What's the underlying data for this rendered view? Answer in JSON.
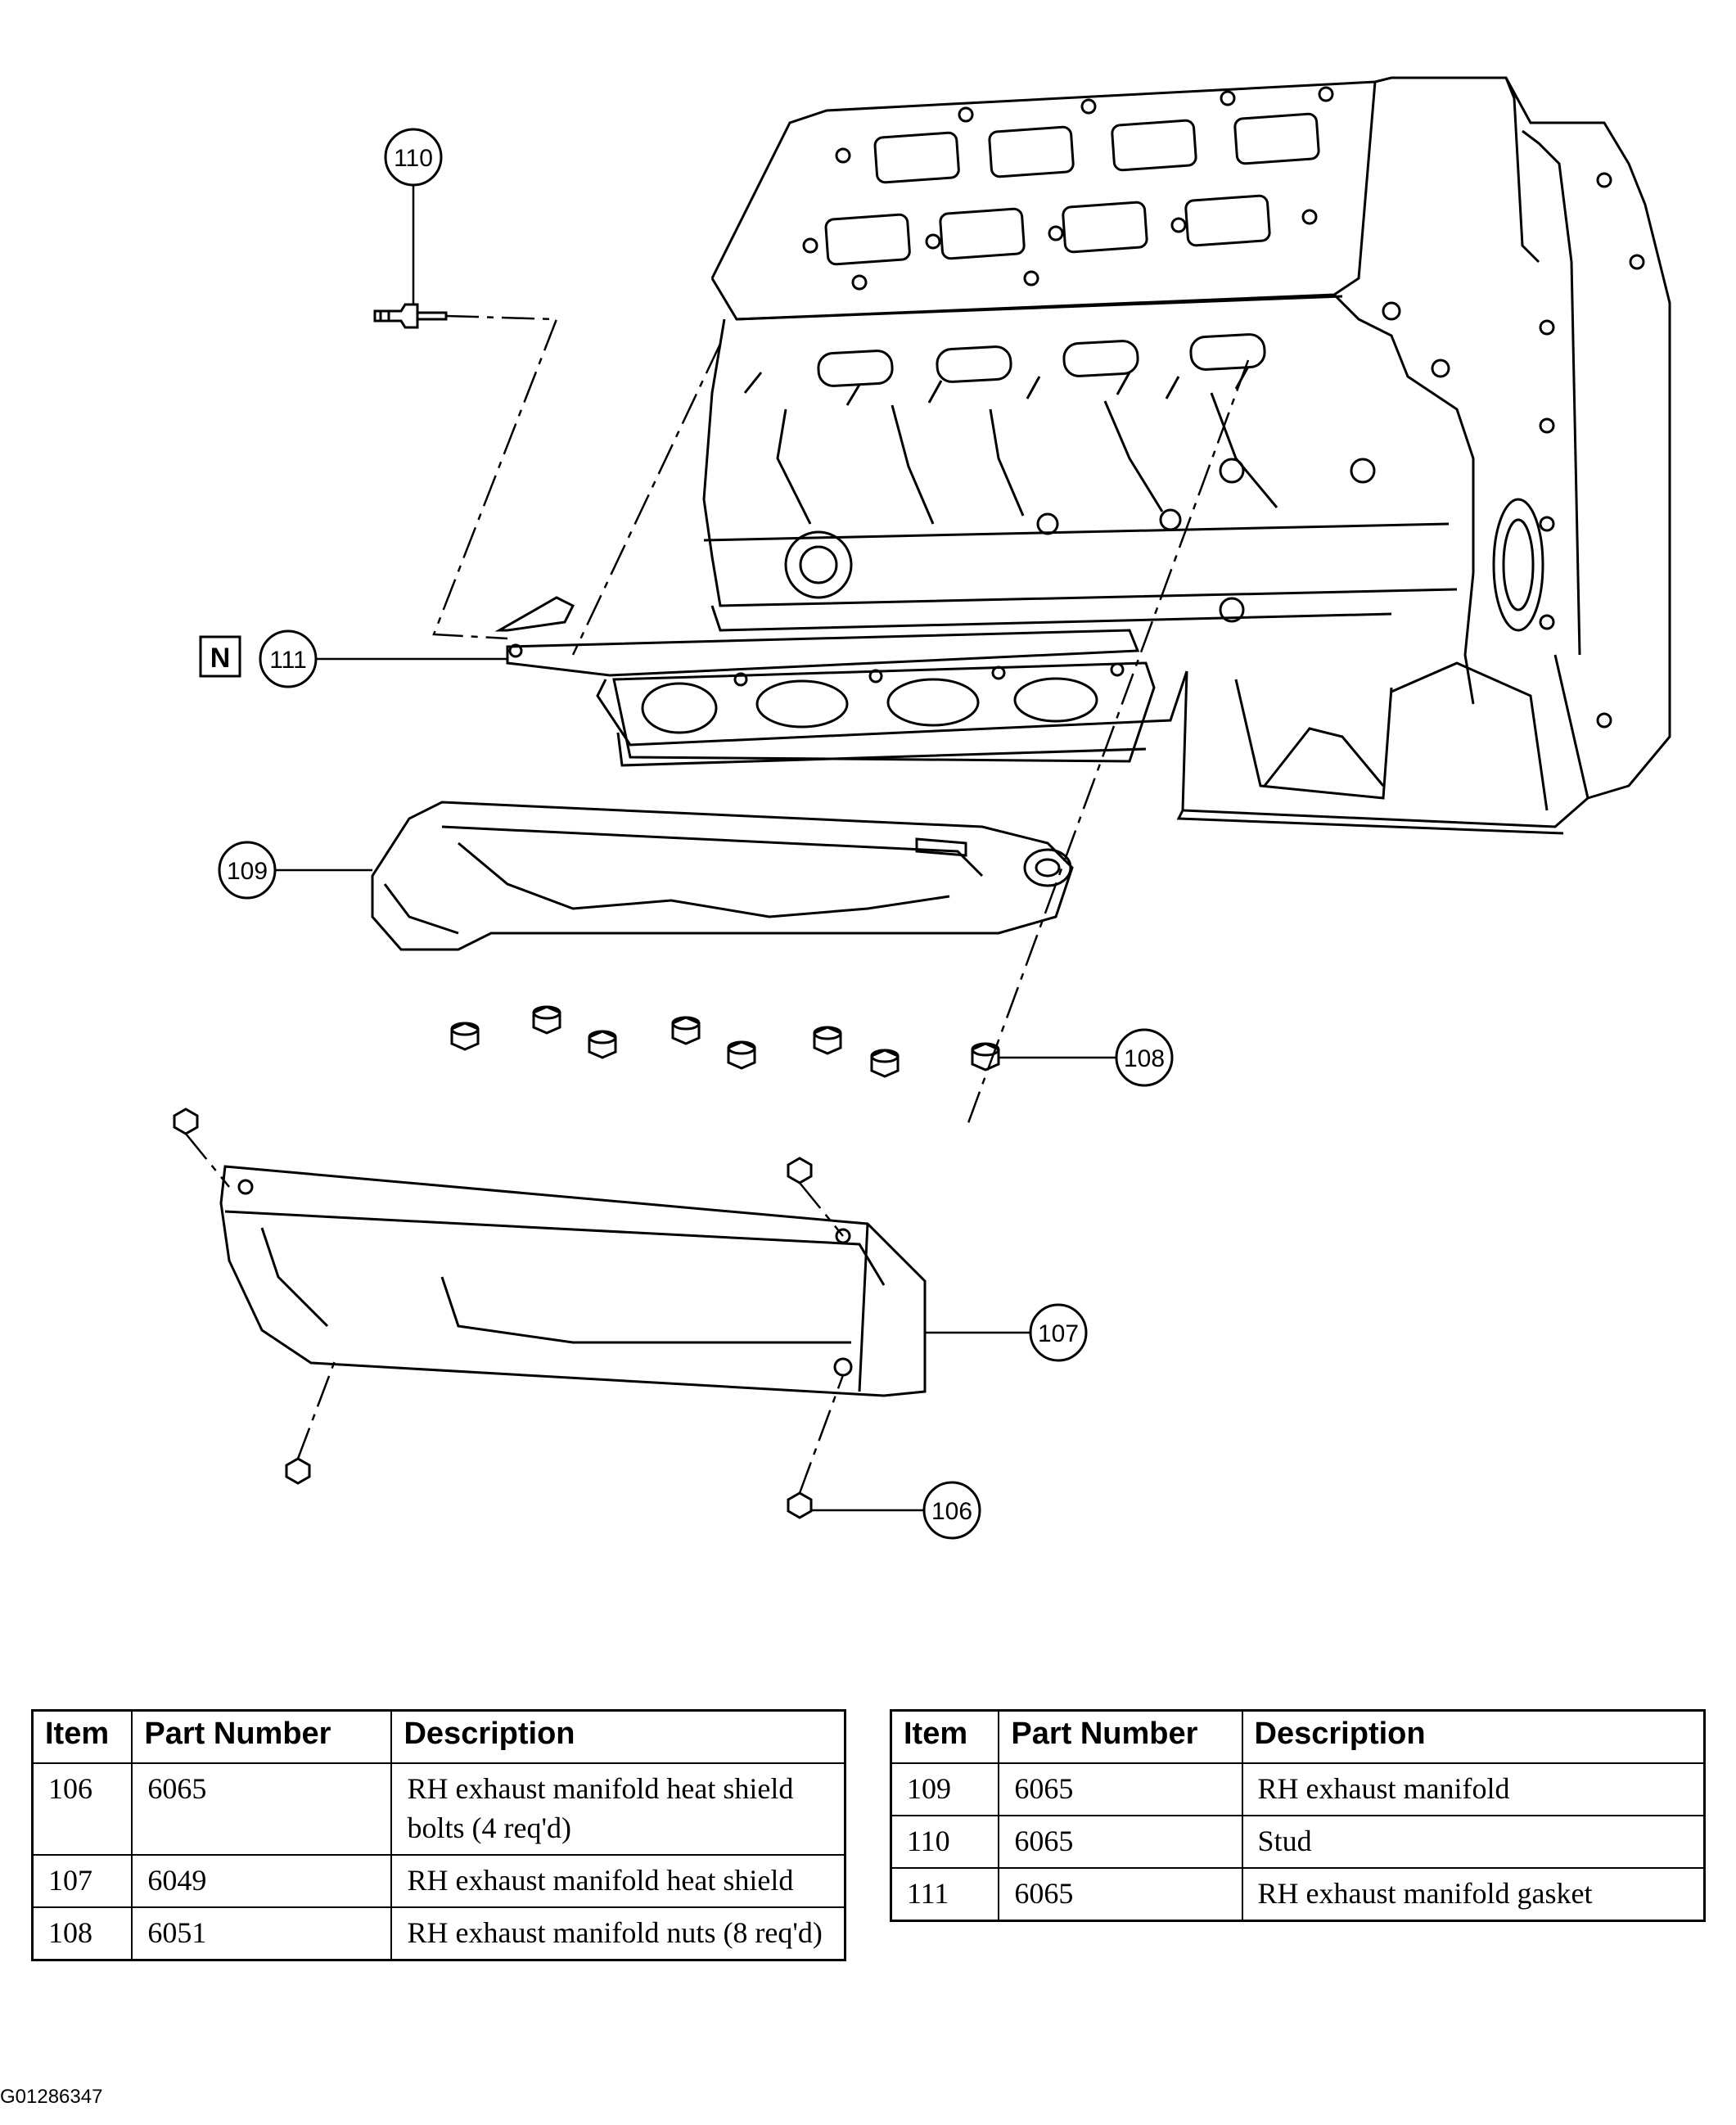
{
  "callouts": {
    "c106": "106",
    "c107": "107",
    "c108": "108",
    "c109": "109",
    "c110": "110",
    "c111": "111",
    "n_symbol": "N"
  },
  "table_left": {
    "headers": {
      "item": "Item",
      "part_number": "Part Number",
      "description": "Description"
    },
    "rows": [
      {
        "item": "106",
        "part_number": "6065",
        "description": "RH exhaust manifold heat shield bolts (4 req'd)"
      },
      {
        "item": "107",
        "part_number": "6049",
        "description": "RH exhaust manifold heat shield"
      },
      {
        "item": "108",
        "part_number": "6051",
        "description": "RH exhaust manifold nuts (8 req'd)"
      }
    ]
  },
  "table_right": {
    "headers": {
      "item": "Item",
      "part_number": "Part Number",
      "description": "Description"
    },
    "rows": [
      {
        "item": "109",
        "part_number": "6065",
        "description": "RH exhaust manifold"
      },
      {
        "item": "110",
        "part_number": "6065",
        "description": "Stud"
      },
      {
        "item": "111",
        "part_number": "6065",
        "description": "RH exhaust manifold gasket"
      }
    ]
  },
  "figure_id": "G01286347"
}
